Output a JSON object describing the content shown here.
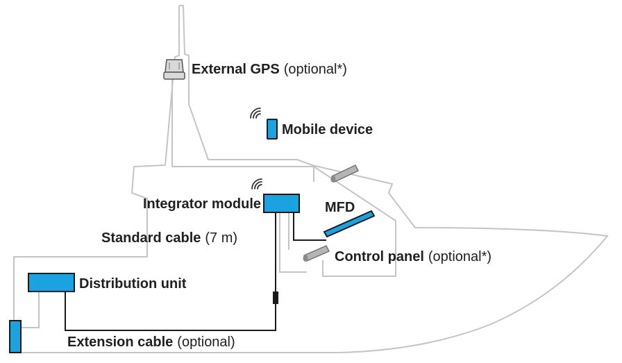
{
  "labels": {
    "external_gps": {
      "name": "External GPS",
      "note": "(optional*)"
    },
    "mobile_device": {
      "name": "Mobile device"
    },
    "integrator_module": {
      "name": "Integrator module"
    },
    "mfd": {
      "name": "MFD"
    },
    "standard_cable": {
      "name": "Standard cable",
      "note": "(7 m)"
    },
    "control_panel": {
      "name": "Control panel",
      "note": "(optional*)"
    },
    "distribution_unit": {
      "name": "Distribution unit"
    },
    "extension_cable": {
      "name": "Extension cable",
      "note": "(optional)"
    }
  },
  "colors": {
    "device_fill": "#1aa3e0",
    "hull_outline": "#c4c4c4",
    "cable": "#1a1a1a",
    "label_text": "#1f1f1f"
  },
  "icons": [
    "wifi-icon",
    "gps-antenna-icon"
  ]
}
